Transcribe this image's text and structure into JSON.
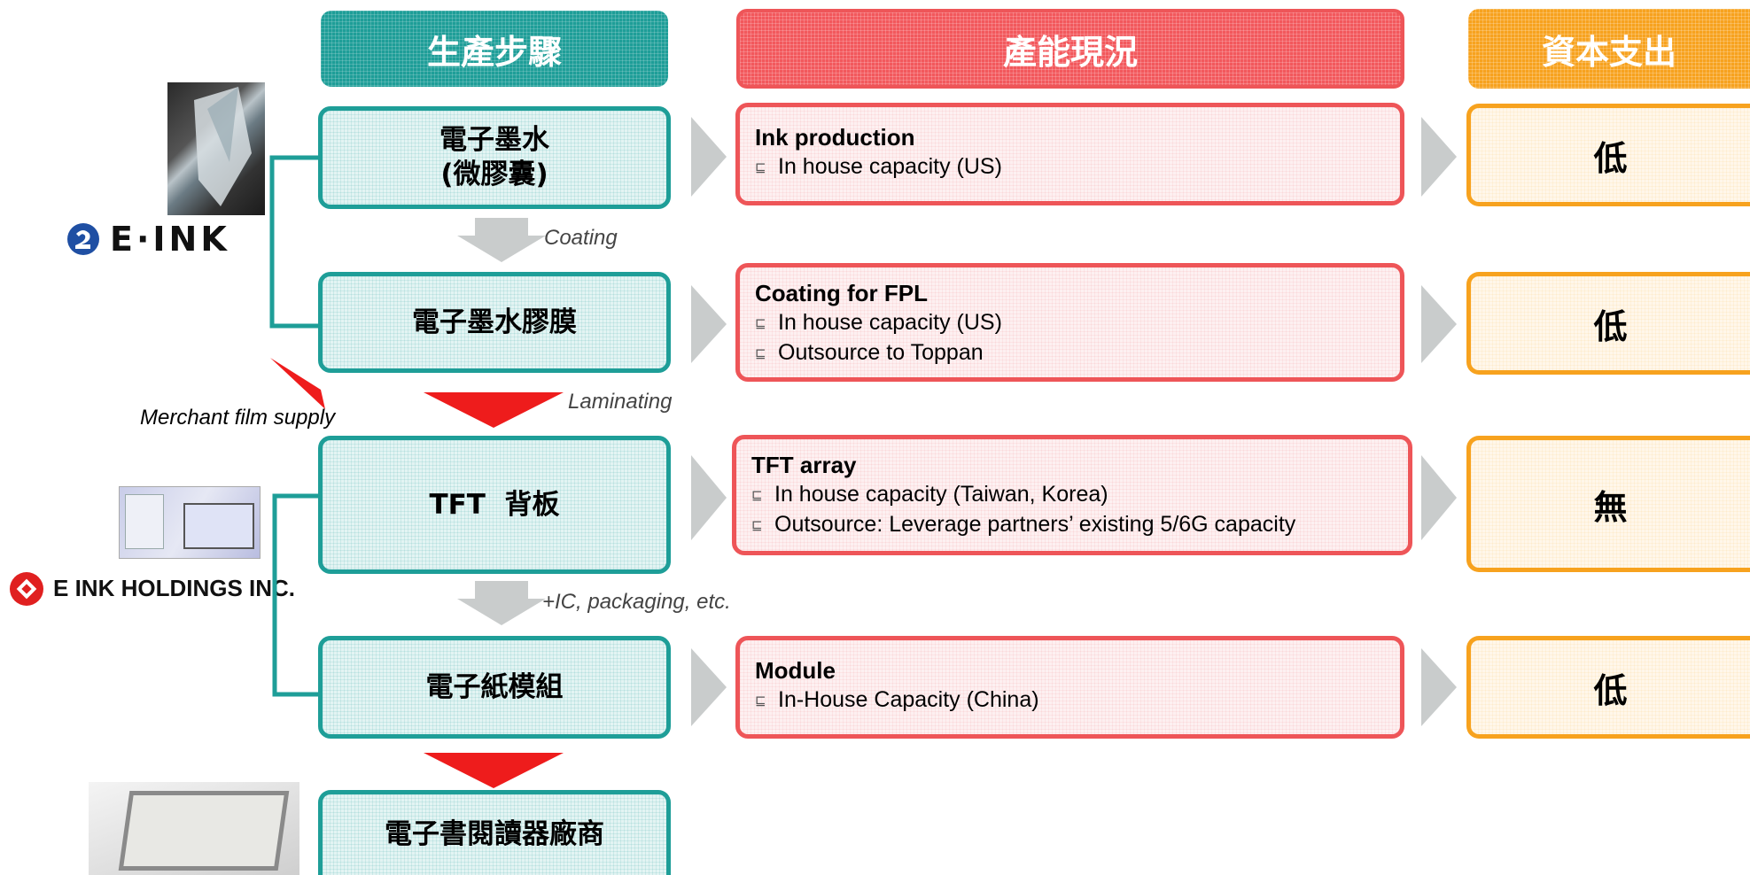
{
  "headers": {
    "steps": "生產步驟",
    "capacity": "產能現況",
    "capex": "資本支出"
  },
  "colors": {
    "teal": "#1e9e98",
    "red": "#ee5558",
    "orange": "#f7a21e",
    "arrow_gray": "#c9cccc",
    "arrow_red": "#ee1c1c"
  },
  "steps": [
    {
      "line1": "電子墨水",
      "line2": "(微膠囊)"
    },
    {
      "line1": "電子墨水膠膜"
    },
    {
      "line1": "TFT  背板"
    },
    {
      "line1": "電子紙模組"
    },
    {
      "line1": "電子書閱讀器廠商"
    }
  ],
  "capacity": [
    {
      "title": "Ink production",
      "bullets": [
        "In house capacity (US)"
      ]
    },
    {
      "title": "Coating for FPL",
      "bullets": [
        "In house capacity (US)",
        "Outsource to Toppan"
      ]
    },
    {
      "title": "TFT array",
      "bullets": [
        "In house capacity (Taiwan, Korea)",
        "Outsource: Leverage partners’ existing 5/6G capacity"
      ]
    },
    {
      "title": "Module",
      "bullets": [
        "In-House Capacity (China)"
      ]
    }
  ],
  "capex": [
    "低",
    "低",
    "無",
    "低"
  ],
  "transitions": {
    "coating": "Coating",
    "laminating": "Laminating",
    "ic_packaging": "+IC, packaging, etc.",
    "merchant": "Merchant film supply"
  },
  "logos": {
    "eink": "E·INK",
    "eih": "E INK HOLDINGS INC."
  },
  "icons": {
    "bullet": "⊑"
  }
}
